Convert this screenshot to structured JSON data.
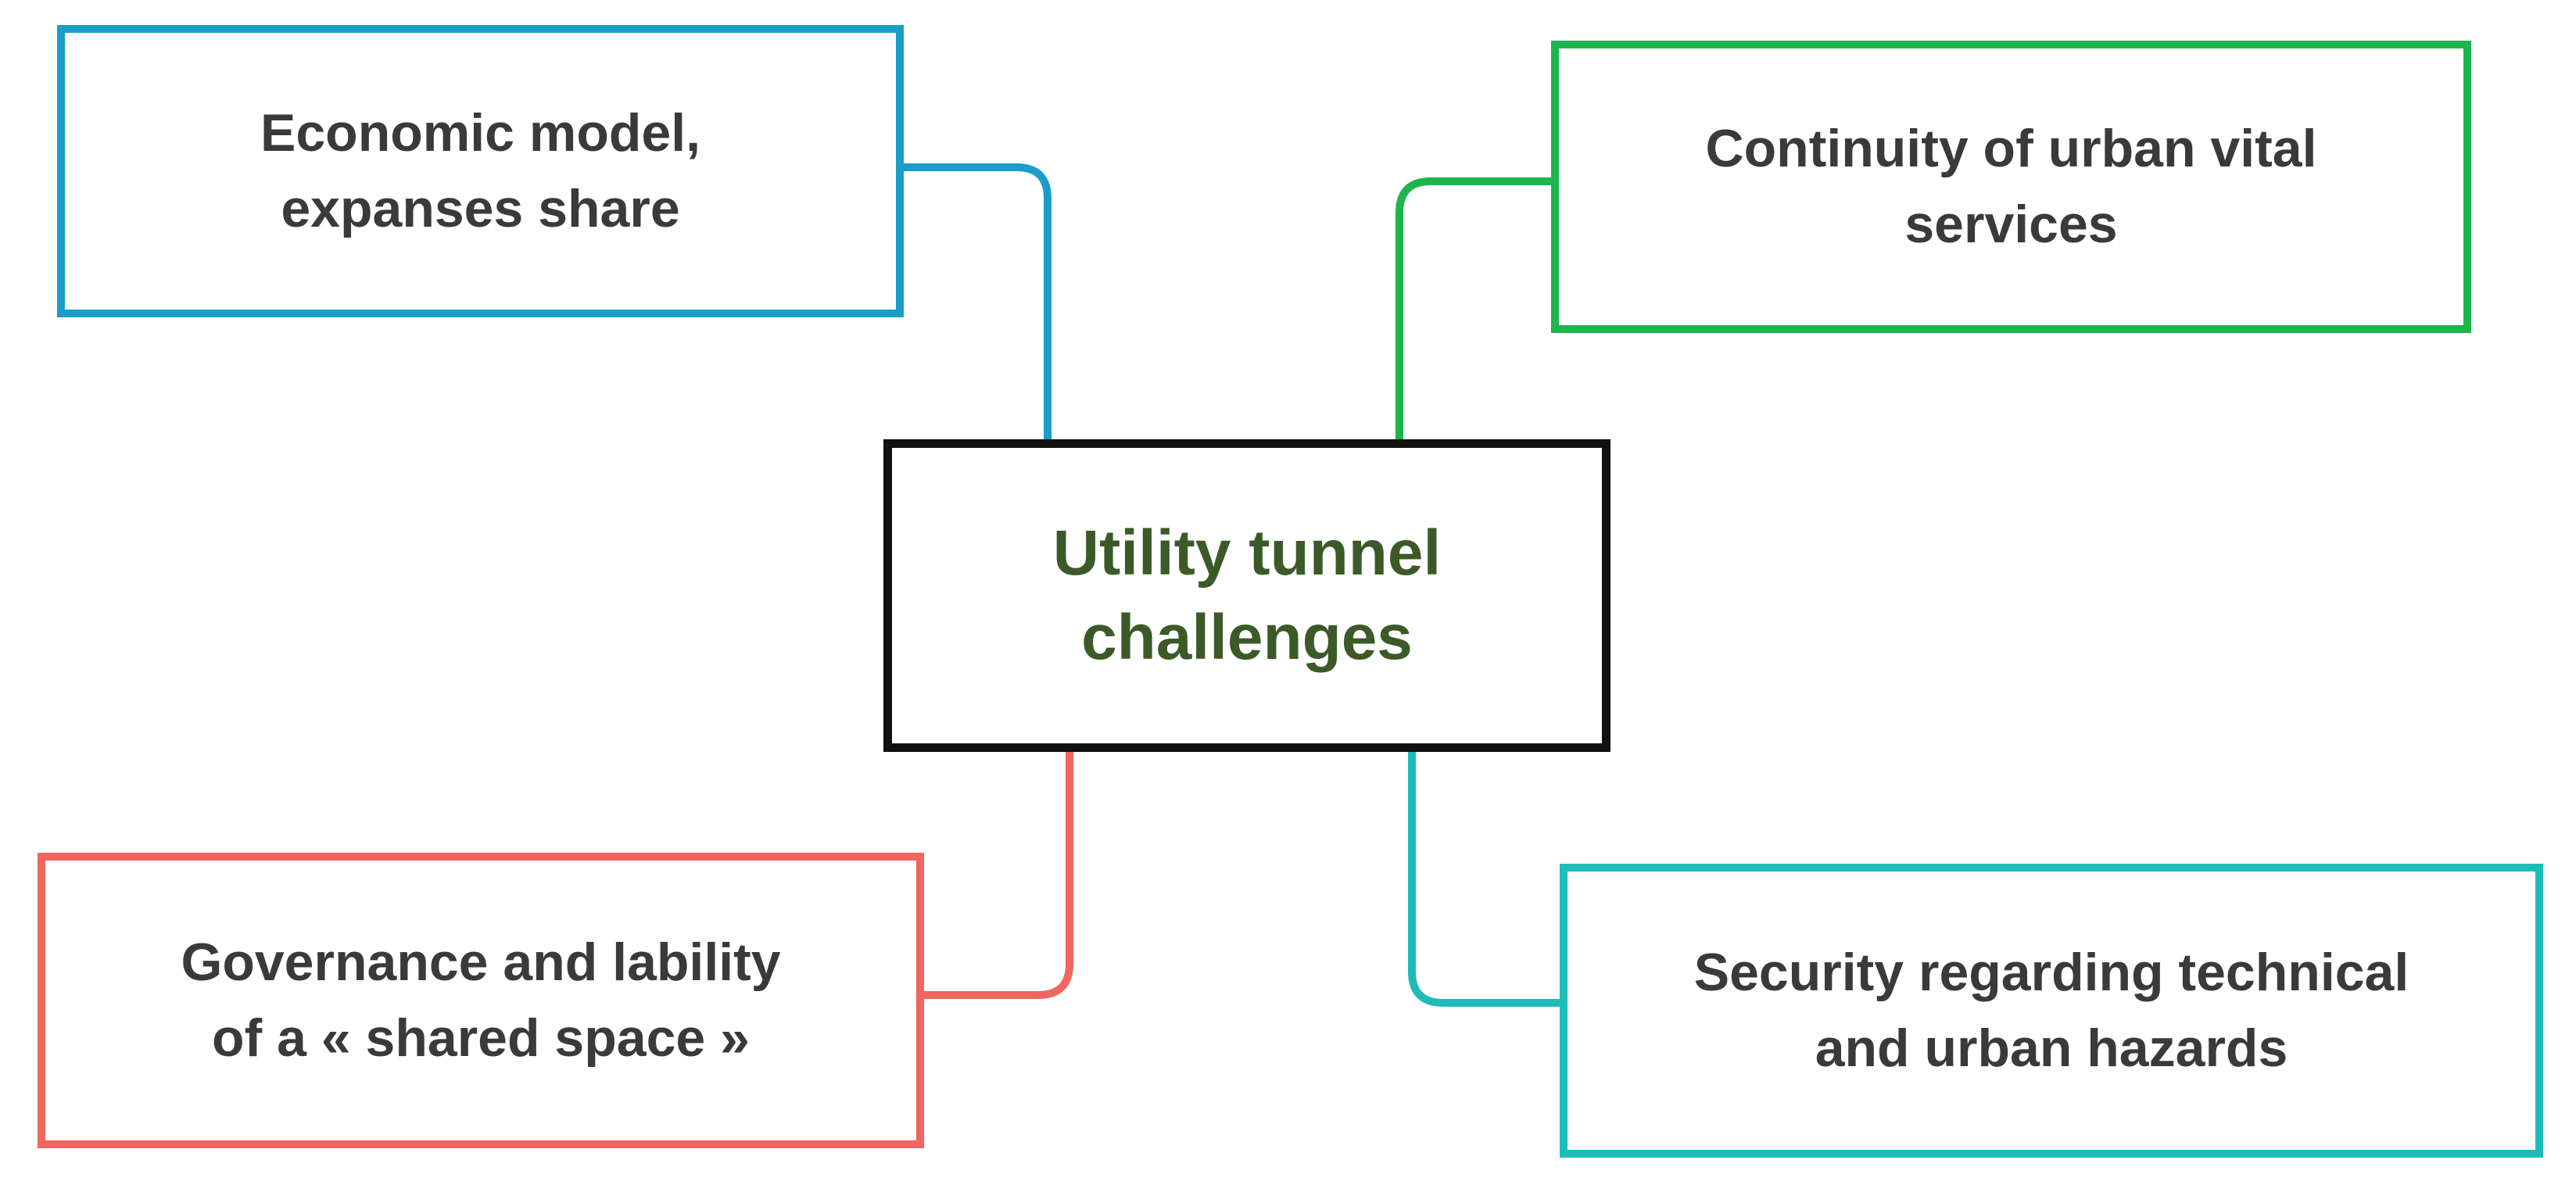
{
  "diagram": {
    "center": {
      "label": "Utility tunnel challenges",
      "line1": "Utility tunnel",
      "line2": "challenges",
      "border_color": "#111111",
      "text_color": "#3b5a28"
    },
    "branches": [
      {
        "key": "economic",
        "line1": "Economic model,",
        "line2": "expanses share",
        "color": "#1a9ec9"
      },
      {
        "key": "continuity",
        "line1": "Continuity of urban vital",
        "line2": "services",
        "color": "#1eb54d"
      },
      {
        "key": "governance",
        "line1": "Governance and lability",
        "line2": "of a « shared space »",
        "color": "#f0675f"
      },
      {
        "key": "security",
        "line1": "Security regarding technical",
        "line2": "and urban hazards",
        "color": "#1dbcb8"
      }
    ]
  }
}
